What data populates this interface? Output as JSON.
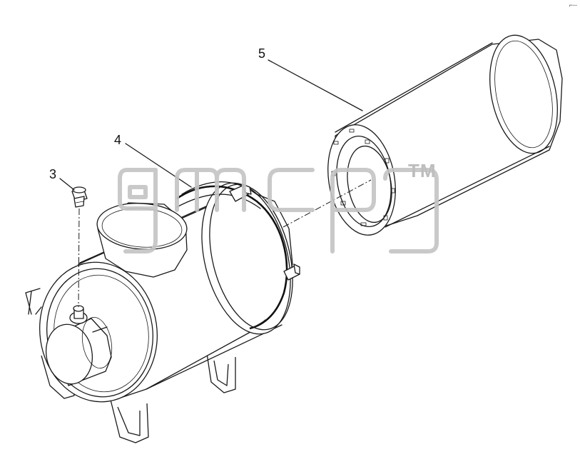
{
  "drawing": {
    "callouts": {
      "sensor": "3",
      "clamp": "4",
      "filter_element": "5"
    },
    "watermark": {
      "logo_text": "gmcp",
      "trademark": "TM",
      "color": "#c4c4c4"
    },
    "corner_mark": "⌐--",
    "line_color": "#1a1a1a"
  }
}
